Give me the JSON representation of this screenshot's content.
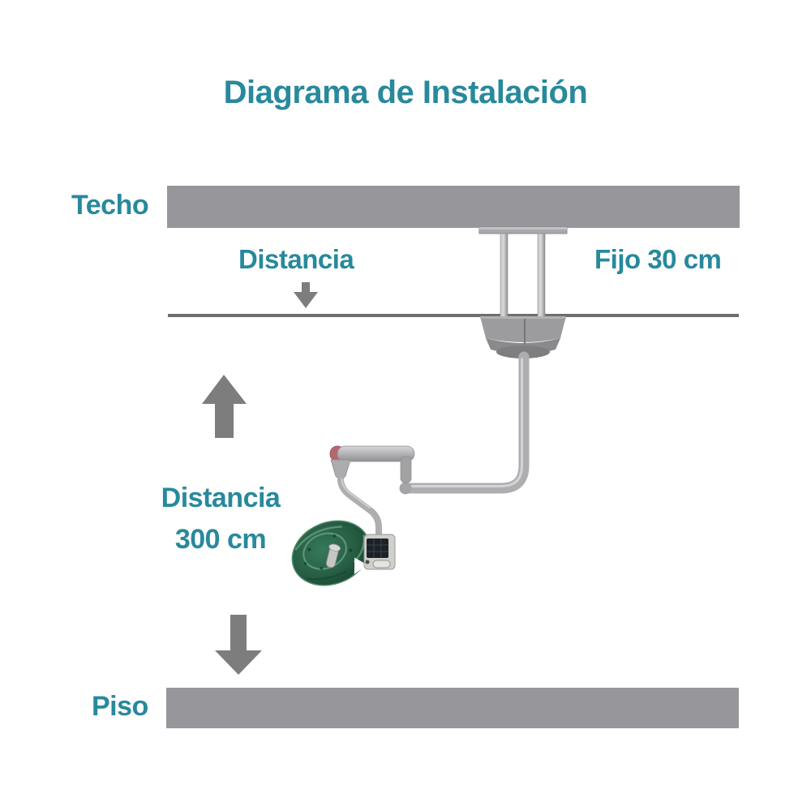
{
  "title": "Diagrama de Instalación",
  "labels": {
    "ceiling": "Techo",
    "distance_top": "Distancia",
    "fixed_drop": "Fijo 30 cm",
    "distance_main_line1": "Distancia",
    "distance_main_line2": "300 cm",
    "floor": "Piso"
  },
  "measurements": {
    "ceiling_to_line": "Fijo 30 cm",
    "line_to_floor": "Distancia 300 cm"
  },
  "colors": {
    "accent_teal": "#28899c",
    "slab_gray": "#97979b",
    "reference_line_gray": "#6e6e6e",
    "arrow_gray": "#7d7d7d",
    "fixture_metal_gray": "#aeaeb0",
    "arm_end_cap_red": "#b4686c",
    "lamp_green_dark": "#16402c",
    "lamp_green_main": "#2a6a4a",
    "control_screen_dark": "#1c2228"
  },
  "icons": {
    "small_pointer": "arrow-down-icon",
    "upper_range_pointer": "arrow-up-icon",
    "lower_range_pointer": "arrow-down-icon",
    "fixture": "ceiling-mounted-lamp"
  }
}
